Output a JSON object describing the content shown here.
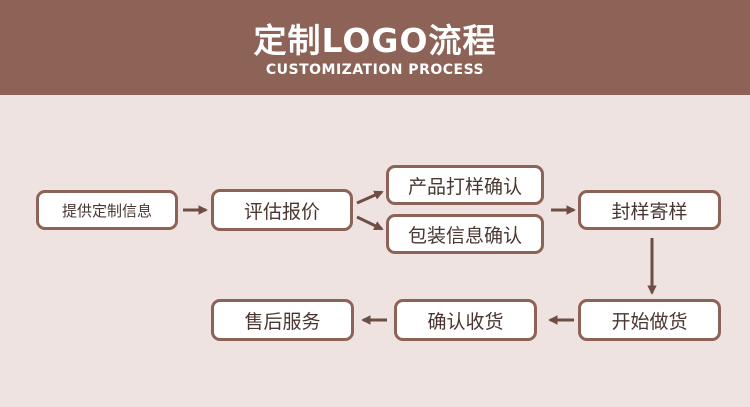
{
  "header": {
    "title": "定制LOGO流程",
    "subtitle": "CUSTOMIZATION PROCESS"
  },
  "steps": {
    "provide_info": "提供定制信息",
    "quote": "评估报价",
    "sample_confirm": "产品打样确认",
    "package_confirm": "包装信息确认",
    "seal_sample": "封样寄样",
    "start_production": "开始做货",
    "confirm_receipt": "确认收货",
    "after_sales": "售后服务"
  },
  "colors": {
    "header_bg": "#8c6356",
    "page_bg": "#efe3e1",
    "box_border": "#8c6356",
    "arrow": "#6e4d44"
  }
}
